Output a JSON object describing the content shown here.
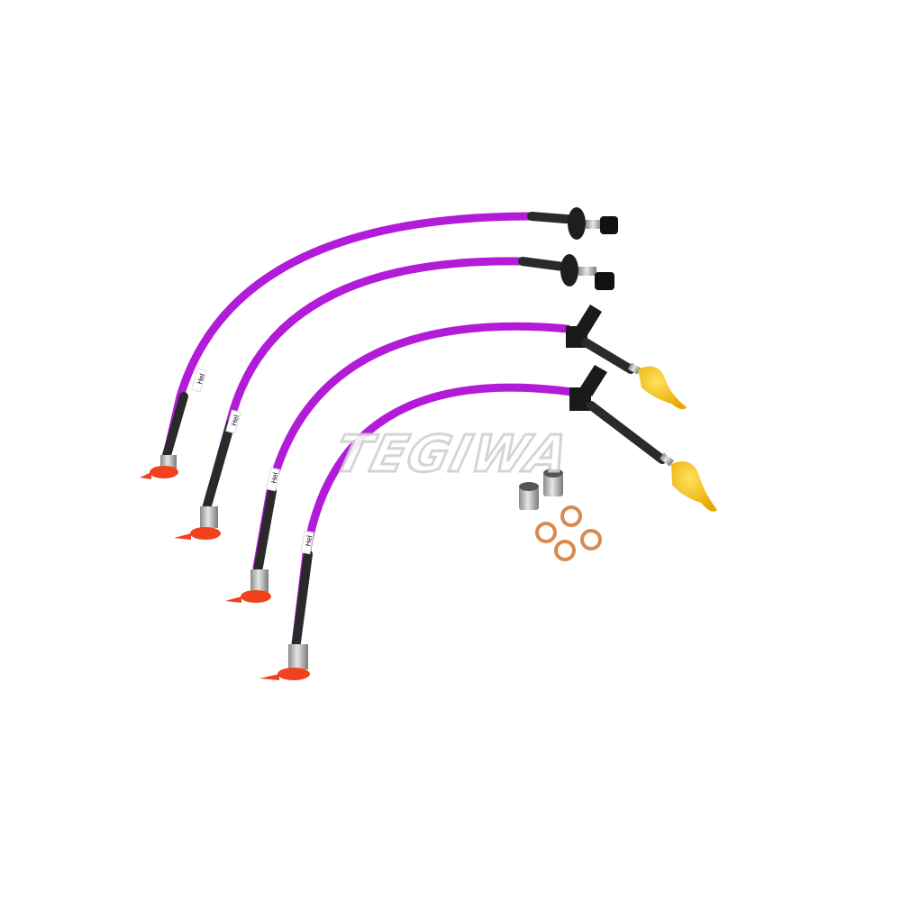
{
  "image": {
    "description": "Product photo of a braided brake hose kit with purple-coated hoses on a white background",
    "background_color": "#ffffff"
  },
  "watermark": {
    "text": "TEGIWA",
    "color": "#d0d0d0"
  },
  "product": {
    "hose_count": 4,
    "hose_color": "#b21bd8",
    "sleeve_color": "#2a2a2a",
    "label_text": "Hel",
    "dust_cap_colors": {
      "red": "#f0421c",
      "yellow": "#f5c518"
    },
    "hoses": [
      {
        "id": 1,
        "far_end": "banjo fitting with black grommet",
        "near_end": "threaded fitting with red cap"
      },
      {
        "id": 2,
        "far_end": "banjo fitting with black grommet",
        "near_end": "threaded fitting with red cap"
      },
      {
        "id": 3,
        "far_end": "bracket with yellow dust cap",
        "near_end": "threaded fitting with red cap"
      },
      {
        "id": 4,
        "far_end": "bracket with yellow dust cap",
        "near_end": "threaded fitting with red cap"
      }
    ],
    "loose_parts": {
      "adapter_count": 2,
      "copper_washer_count": 4,
      "washer_color": "#d98a4e"
    }
  }
}
